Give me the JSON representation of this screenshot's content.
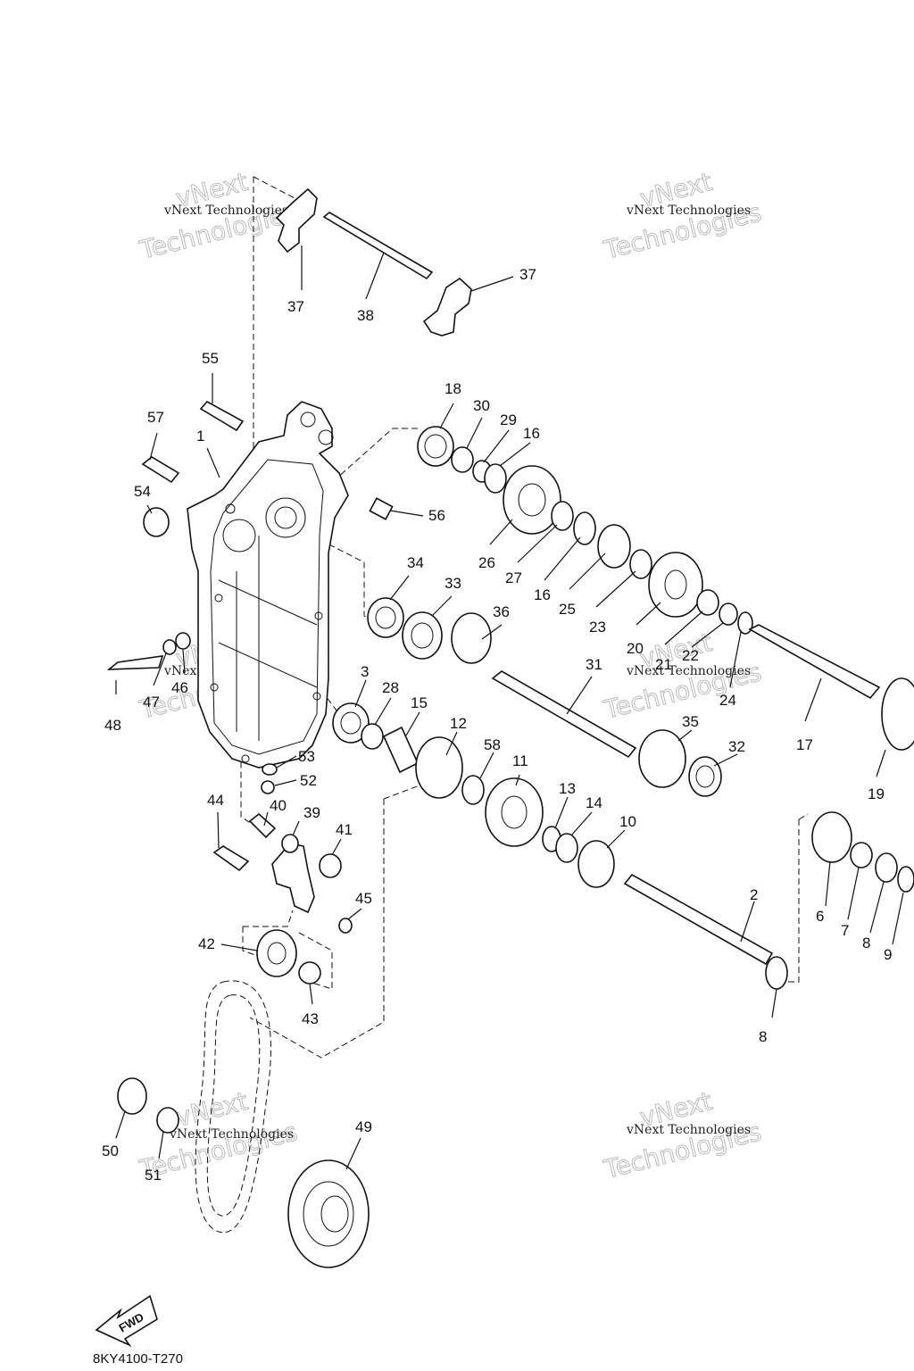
{
  "drawing_code": "8KY4100-T270",
  "fwd_label": "FWD",
  "watermark": {
    "small": "vNext Technologies",
    "big_top": "vNext",
    "big_bottom": "Technologies"
  },
  "callouts": [
    "1",
    "2",
    "3",
    "6",
    "7",
    "8",
    "8",
    "9",
    "10",
    "11",
    "12",
    "13",
    "14",
    "15",
    "16",
    "16",
    "17",
    "18",
    "19",
    "20",
    "21",
    "22",
    "23",
    "24",
    "25",
    "26",
    "27",
    "28",
    "29",
    "30",
    "31",
    "32",
    "33",
    "34",
    "35",
    "36",
    "37",
    "37",
    "38",
    "39",
    "40",
    "41",
    "42",
    "43",
    "44",
    "45",
    "46",
    "47",
    "48",
    "49",
    "50",
    "51",
    "52",
    "53",
    "54",
    "55",
    "56",
    "57",
    "58"
  ]
}
